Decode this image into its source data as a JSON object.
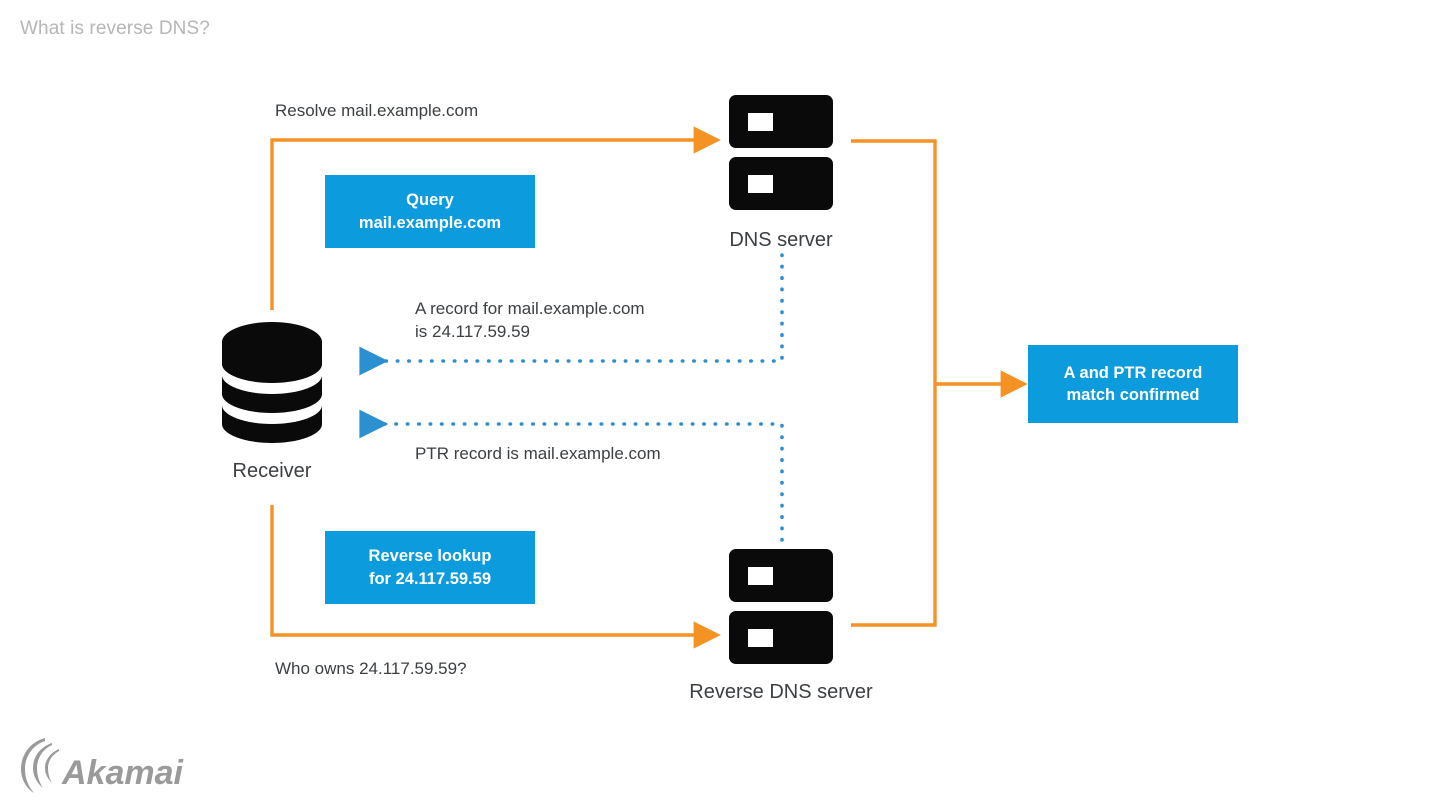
{
  "page": {
    "title": "What is reverse DNS?",
    "background_color": "#ffffff",
    "title_color": "#b6b6b6"
  },
  "colors": {
    "orange": "#f49223",
    "blue": "#0c9bdc",
    "dotted_blue": "#2b8fd0",
    "node_black": "#0a0a0a",
    "text_gray": "#3c4043",
    "logo_gray": "#9a9a9a"
  },
  "nodes": [
    {
      "id": "receiver",
      "label": "Receiver",
      "icon": "database-cylinder-icon"
    },
    {
      "id": "dns-server",
      "label": "DNS server",
      "icon": "server-rack-icon"
    },
    {
      "id": "reverse-dns-server",
      "label": "Reverse DNS server",
      "icon": "server-rack-icon"
    }
  ],
  "callouts": [
    {
      "id": "query",
      "line1": "Query",
      "line2": "mail.example.com"
    },
    {
      "id": "reverse-lookup",
      "line1": "Reverse lookup",
      "line2": "for 24.117.59.59"
    },
    {
      "id": "match",
      "line1": "A and PTR record",
      "line2": "match confirmed"
    }
  ],
  "flow_labels": {
    "resolve": "Resolve mail.example.com",
    "a_record_line1": "A record for mail.example.com",
    "a_record_line2": "is 24.117.59.59",
    "ptr_record": "PTR record is mail.example.com",
    "who_owns": "Who owns 24.117.59.59?"
  },
  "brand": {
    "logo_text": "Akamai"
  }
}
